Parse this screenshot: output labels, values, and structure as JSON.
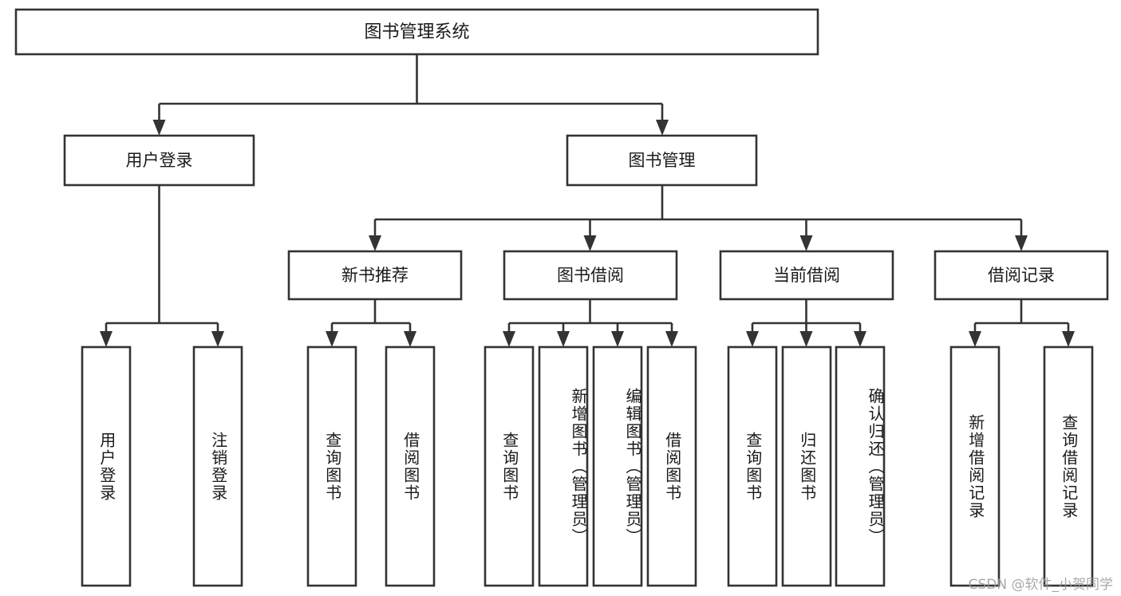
{
  "diagram": {
    "type": "tree-hierarchy",
    "title": "图书管理系统",
    "watermark": "CSDN @软件_小贺同学",
    "colors": {
      "stroke": "#333333",
      "fill": "#ffffff",
      "text": "#1a1a1a",
      "watermark": "#9a9a9a"
    },
    "levels": {
      "root": {
        "label": "图书管理系统"
      },
      "level2": [
        {
          "id": "user-login",
          "label": "用户登录"
        },
        {
          "id": "book-manage",
          "label": "图书管理"
        }
      ],
      "level3": [
        {
          "id": "new-book-rec",
          "label": "新书推荐",
          "parent": "book-manage"
        },
        {
          "id": "book-borrow",
          "label": "图书借阅",
          "parent": "book-manage"
        },
        {
          "id": "current-borrow",
          "label": "当前借阅",
          "parent": "book-manage"
        },
        {
          "id": "borrow-record",
          "label": "借阅记录",
          "parent": "book-manage"
        }
      ],
      "leaves": [
        {
          "id": "leaf-user-login",
          "label": "用户登录",
          "parent": "user-login"
        },
        {
          "id": "leaf-user-logout",
          "label": "注销登录",
          "parent": "user-login"
        },
        {
          "id": "leaf-query-book-1",
          "label": "查询图书",
          "parent": "new-book-rec"
        },
        {
          "id": "leaf-borrow-book-1",
          "label": "借阅图书",
          "parent": "new-book-rec"
        },
        {
          "id": "leaf-query-book-2",
          "label": "查询图书",
          "parent": "book-borrow"
        },
        {
          "id": "leaf-add-book",
          "label": "新增图书（管理员）",
          "parent": "book-borrow"
        },
        {
          "id": "leaf-edit-book",
          "label": "编辑图书（管理员）",
          "parent": "book-borrow"
        },
        {
          "id": "leaf-borrow-book-2",
          "label": "借阅图书",
          "parent": "book-borrow"
        },
        {
          "id": "leaf-query-book-3",
          "label": "查询图书",
          "parent": "current-borrow"
        },
        {
          "id": "leaf-return-book",
          "label": "归还图书",
          "parent": "current-borrow"
        },
        {
          "id": "leaf-confirm-return",
          "label": "确认归还（管理员）",
          "parent": "current-borrow"
        },
        {
          "id": "leaf-add-record",
          "label": "新增借阅记录",
          "parent": "borrow-record"
        },
        {
          "id": "leaf-query-record",
          "label": "查询借阅记录",
          "parent": "borrow-record"
        }
      ]
    }
  }
}
